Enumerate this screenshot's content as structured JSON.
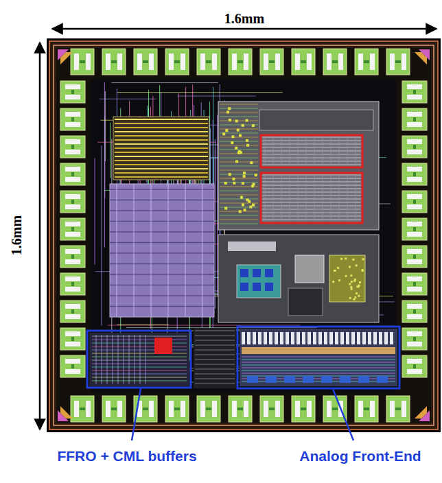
{
  "diagram": {
    "labels": [
      "1.6mm",
      "1.6mm",
      "FFRO + CML buffers",
      "Analog Front-End"
    ]
  }
}
